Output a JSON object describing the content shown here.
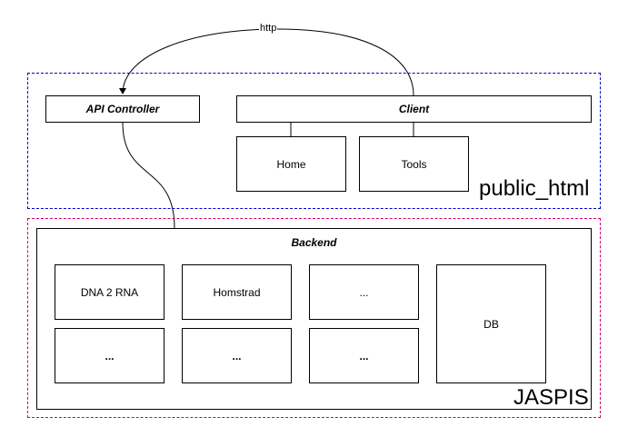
{
  "colors": {
    "public_html_border": "#0000cc",
    "jaspis_border": "#cc0066",
    "stroke": "#000000"
  },
  "zones": {
    "public_html": "public_html",
    "jaspis": "JASPIS"
  },
  "nodes": {
    "api_controller": "API Controller",
    "client": "Client",
    "home": "Home",
    "tools": "Tools",
    "backend": "Backend",
    "dna2rna": "DNA 2 RNA",
    "homstrad": "Homstrad",
    "placeholder_top": "...",
    "db": "DB",
    "placeholder_bottom_1": "...",
    "placeholder_bottom_2": "...",
    "placeholder_bottom_3": "..."
  },
  "edges": {
    "http": "http"
  }
}
